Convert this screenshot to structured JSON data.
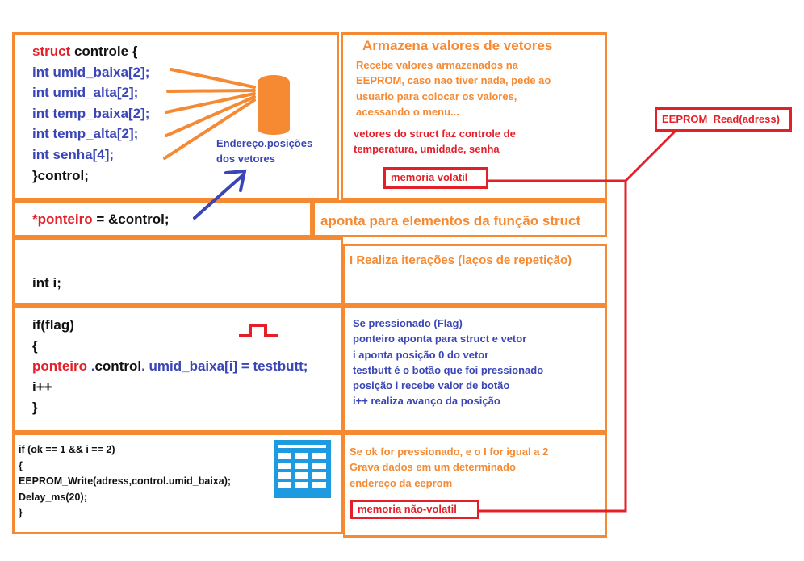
{
  "code_struct": {
    "kw": "struct",
    "name_rest": " controle {",
    "lines": [
      "int umid_baixa[2];",
      "int umid_alta[2];",
      "int temp_baixa[2];",
      "int temp_alta[2];",
      "int senha[4];"
    ],
    "close": "}control;"
  },
  "db_label": [
    "Endereço.posições",
    "dos vetores"
  ],
  "notes_struct": {
    "title": "Armazena valores de vetores",
    "lines": [
      "Recebe valores armazenados na",
      "EEPROM, caso nao tiver nada, pede ao",
      "usuario para colocar os valores,",
      "acessando o menu..."
    ],
    "lines2": [
      "vetores do struct faz controle de",
      "temperatura, umidade, senha"
    ]
  },
  "tag_volatil": "memoria volatil",
  "tag_read": "EEPROM_Read(adress)",
  "pointer": {
    "name": "*ponteiro",
    "rest": " = &control;"
  },
  "pointer_note": "aponta para elementos da função struct",
  "int_i": "int i;",
  "iter_note": "I  Realiza iterações (laços de repetição)",
  "if_code": {
    "line1": "if(flag)",
    "line2": "{",
    "p_red": "ponteiro",
    "p_dot1": ".",
    "p_control": "control",
    "p_dot2": ".",
    "p_blue": " umid_baixa[i] = testbutt;",
    "line4": "i++",
    "line5": "}"
  },
  "flag_notes": [
    "Se pressionado (Flag)",
    "ponteiro aponta para struct e  vetor",
    "i aponta posição 0 do vetor",
    "testbutt é o botão que foi pressionado",
    "posição i recebe valor de botão",
    "i++ realiza avanço da posição"
  ],
  "ok_code": [
    "if (ok == 1 && i == 2)",
    "{",
    "EEPROM_Write(adress,control.umid_baixa);",
    "Delay_ms(20);",
    "}"
  ],
  "ok_notes": [
    "Se ok for pressionado, e o I for igual a 2",
    "Grava dados em um determinado",
    "endereço da eeprom"
  ],
  "tag_nao_volatil": "memoria não-volatil",
  "colors": {
    "orange": "#f58a33",
    "red": "#e3202a",
    "blue": "#3a46b5",
    "table_blue": "#1e9be0"
  },
  "icons": [
    "database-icon",
    "pulse-icon",
    "table-icon"
  ]
}
